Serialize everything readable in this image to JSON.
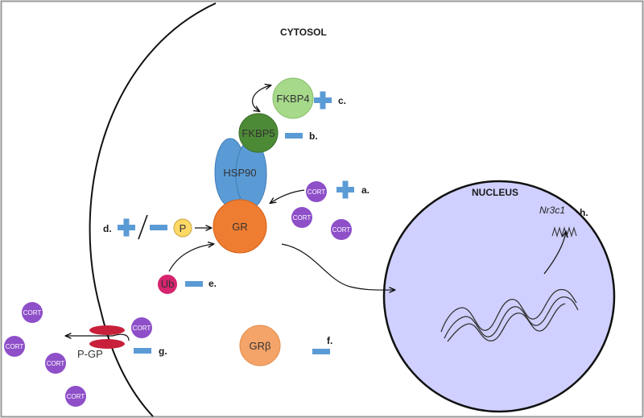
{
  "title": "CYTOSOL",
  "nucleus": {
    "label": "NUCLEUS",
    "gene": "Nr3c1"
  },
  "molecules": {
    "fkbp4": "FKBP4",
    "fkbp5": "FKBP5",
    "hsp90": "HSP90",
    "gr": "GR",
    "gr_beta": "GRβ",
    "phosphate": "P",
    "ubiquitin": "Ub",
    "pgp": "P-GP",
    "cort": "CORT"
  },
  "markers": {
    "a": "a.",
    "b": "b.",
    "c": "c.",
    "d": "d.",
    "e": "e.",
    "f": "f.",
    "g": "g.",
    "h": "h."
  },
  "colors": {
    "border": "#9a9a9a",
    "membrane": "#111111",
    "fkbp4": "#a6d98a",
    "fkbp5": "#4d8a36",
    "hsp90": "#5b9bd5",
    "gr": "#ef7d31",
    "gr_beta": "#f4a469",
    "phosphate": "#ffd966",
    "ubiquitin": "#d6246e",
    "cort": "#8e4fc9",
    "pgp": "#c8203a",
    "nucleus_fill": "#cfd0ff",
    "symbol": "#5b9bd5"
  }
}
